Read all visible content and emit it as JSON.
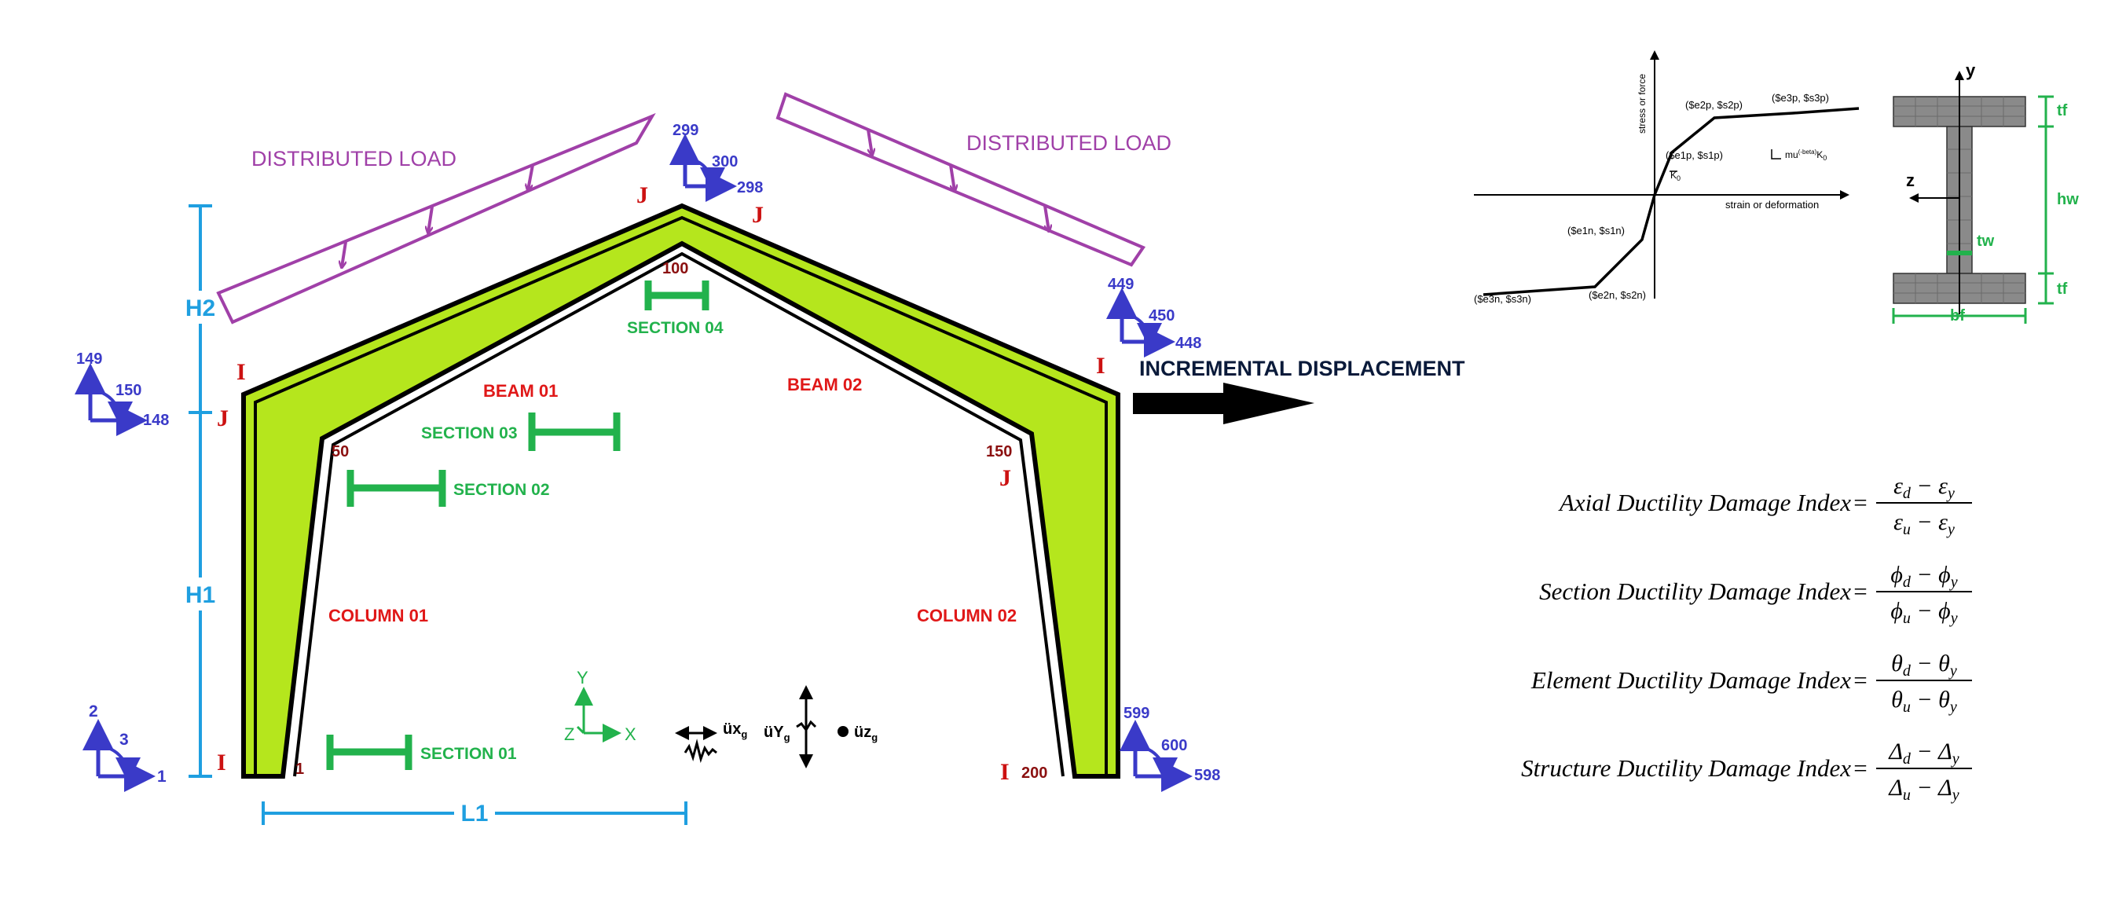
{
  "colors": {
    "frame_fill": "#b5e61d",
    "frame_stroke": "#000000",
    "dimension": "#1f9fe0",
    "load": "#a040a8",
    "node": "#3a3ac8",
    "element_label": "#e01818",
    "section": "#22b24c",
    "end_label": "#cc1111",
    "node_id": "#8b1010"
  },
  "frame": {
    "distributed_load_left": "DISTRIBUTED LOAD",
    "distributed_load_right": "DISTRIBUTED LOAD",
    "dim_h2": "H2",
    "dim_h1": "H1",
    "dim_l1": "L1",
    "beam_01": "BEAM 01",
    "beam_02": "BEAM 02",
    "column_01": "COLUMN 01",
    "column_02": "COLUMN 02",
    "section_01": "SECTION 01",
    "section_02": "SECTION 02",
    "section_03": "SECTION 03",
    "section_04": "SECTION 04",
    "end_I": "I",
    "end_J": "J",
    "node_ids": {
      "n1": "1",
      "n50": "50",
      "n100": "100",
      "n150": "150",
      "n200": "200"
    },
    "dof_left_base": {
      "a": "2",
      "b": "3",
      "c": "1"
    },
    "dof_left_eave": {
      "a": "149",
      "b": "150",
      "c": "148"
    },
    "dof_ridge": {
      "a": "299",
      "b": "300",
      "c": "298"
    },
    "dof_right_eave": {
      "a": "449",
      "b": "450",
      "c": "448"
    },
    "dof_right_base": {
      "a": "599",
      "b": "600",
      "c": "598"
    },
    "axes": {
      "y": "Y",
      "z": "Z",
      "x": "X"
    },
    "ground_motion": {
      "ux": "üx",
      "uy": "üY",
      "uz": "üz",
      "sub": "g"
    },
    "incremental": "INCREMENTAL DISPLACEMENT"
  },
  "material_curve": {
    "ylabel": "stress or force",
    "xlabel": "strain or deformation",
    "p1": "($e1p, $s1p)",
    "p2": "($e2p, $s2p)",
    "p3": "($e3p, $s3p)",
    "n1": "($e1n, $s1n)",
    "n2": "($e2n, $s2n)",
    "n3": "($e3n, $s3n)",
    "k0": "K",
    "k0_sub": "0",
    "mu_label": "mu",
    "mu_sup": "(-beta)",
    "mu_k": "K",
    "mu_k_sub": "0"
  },
  "section": {
    "y": "y",
    "z": "z",
    "tf_top": "tf",
    "tf_bottom": "tf",
    "hw": "hw",
    "tw": "tw",
    "bf": "bf"
  },
  "equations": [
    {
      "name": "Axial Ductility Damage Index",
      "num_a": "ε",
      "num_a_sub": "d",
      "num_b": "ε",
      "num_b_sub": "y",
      "den_a": "ε",
      "den_a_sub": "u",
      "den_b": "ε",
      "den_b_sub": "y"
    },
    {
      "name": "Section Ductility Damage Index",
      "num_a": "ϕ",
      "num_a_sub": "d",
      "num_b": "ϕ",
      "num_b_sub": "y",
      "den_a": "ϕ",
      "den_a_sub": "u",
      "den_b": "ϕ",
      "den_b_sub": "y"
    },
    {
      "name": "Element Ductility Damage Index",
      "num_a": "θ",
      "num_a_sub": "d",
      "num_b": "θ",
      "num_b_sub": "y",
      "den_a": "θ",
      "den_a_sub": "u",
      "den_b": "θ",
      "den_b_sub": "y"
    },
    {
      "name": "Structure Ductility Damage Index",
      "num_a": "Δ",
      "num_a_sub": "d",
      "num_b": "Δ",
      "num_b_sub": "y",
      "den_a": "Δ",
      "den_a_sub": "u",
      "den_b": "Δ",
      "den_b_sub": "y"
    }
  ]
}
